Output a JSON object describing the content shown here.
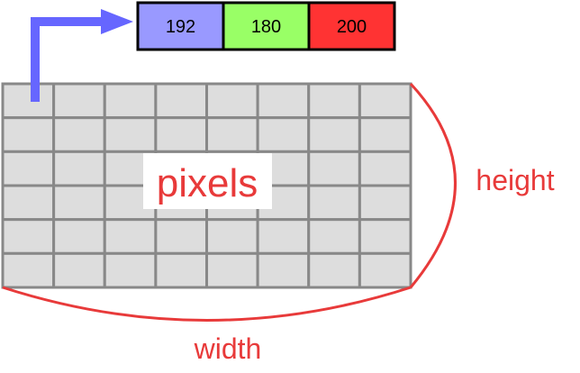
{
  "pixel_value": {
    "channels": [
      {
        "name": "blue",
        "value": "192",
        "color": "#9999ff"
      },
      {
        "name": "green",
        "value": "180",
        "color": "#99ff66"
      },
      {
        "name": "red",
        "value": "200",
        "color": "#ff3333"
      }
    ]
  },
  "grid": {
    "label": "pixels",
    "rows": 6,
    "cols": 8,
    "cell_color": "#dddddd",
    "line_color": "#888888"
  },
  "annotations": {
    "width_label": "width",
    "height_label": "height",
    "color": "#e83a3a"
  },
  "arrow": {
    "color": "#6666ff"
  }
}
